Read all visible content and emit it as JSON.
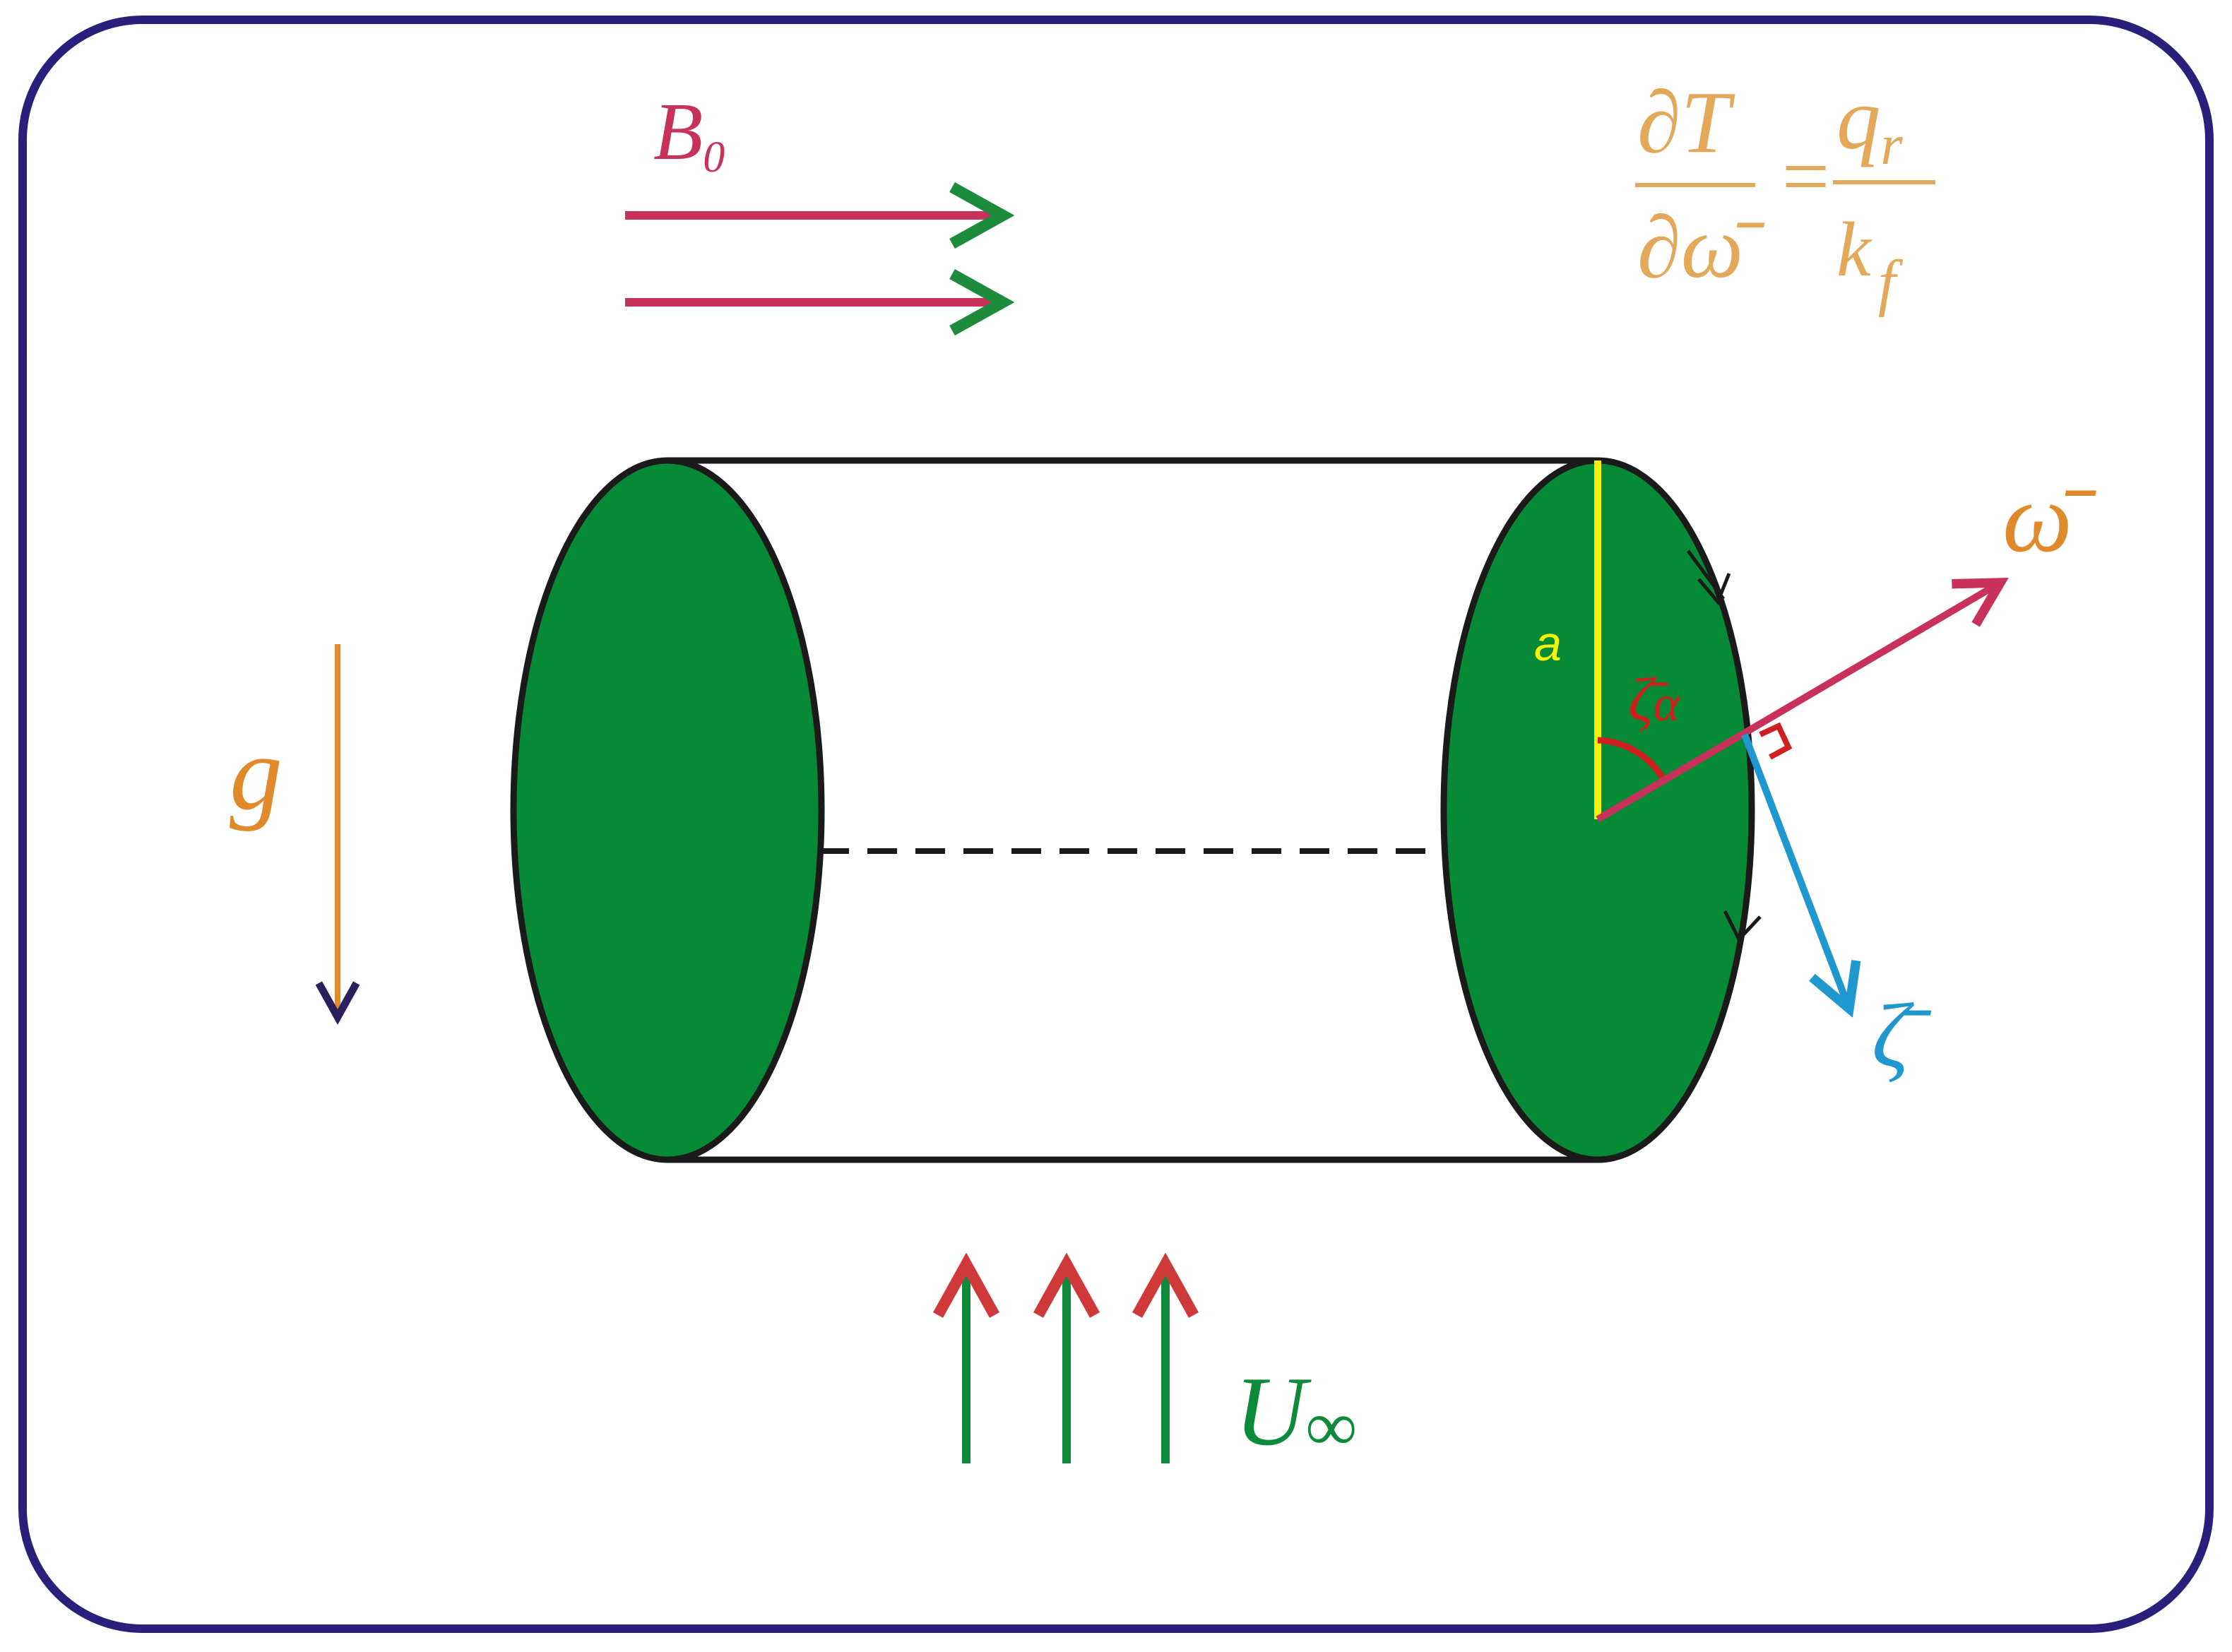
{
  "diagram": {
    "labels": {
      "magnetic_field": "B",
      "magnetic_field_sub": "0",
      "gravity": "g",
      "free_stream": "U",
      "free_stream_sub": "∞",
      "radius": "a",
      "angle": "ζ̄",
      "angle_sub": "α",
      "normal_coord": "ω̄",
      "tangent_coord": "ζ̄"
    },
    "boundary_condition": {
      "num_partial": "∂T",
      "den_partial": "∂ω̄",
      "equals": "=",
      "num_q": "q",
      "num_q_sub": "r",
      "den_k": "k",
      "den_k_sub": "f"
    },
    "colors": {
      "frame": "#2a1f7a",
      "cylinder_fill": "#078a35",
      "outline": "#1a1a1a",
      "magnetic": "#c8325a",
      "arrow_tip_green": "#1c8c3c",
      "gravity": "#e08a2c",
      "flow": "#0d8a3a",
      "flow_tip": "#d0393a",
      "radius_line": "#f2f20a",
      "normal_axis": "#c8325a",
      "tangent_axis": "#1f98d0",
      "formula": "#e3a85a",
      "angle_arc": "#d01f1f"
    }
  }
}
